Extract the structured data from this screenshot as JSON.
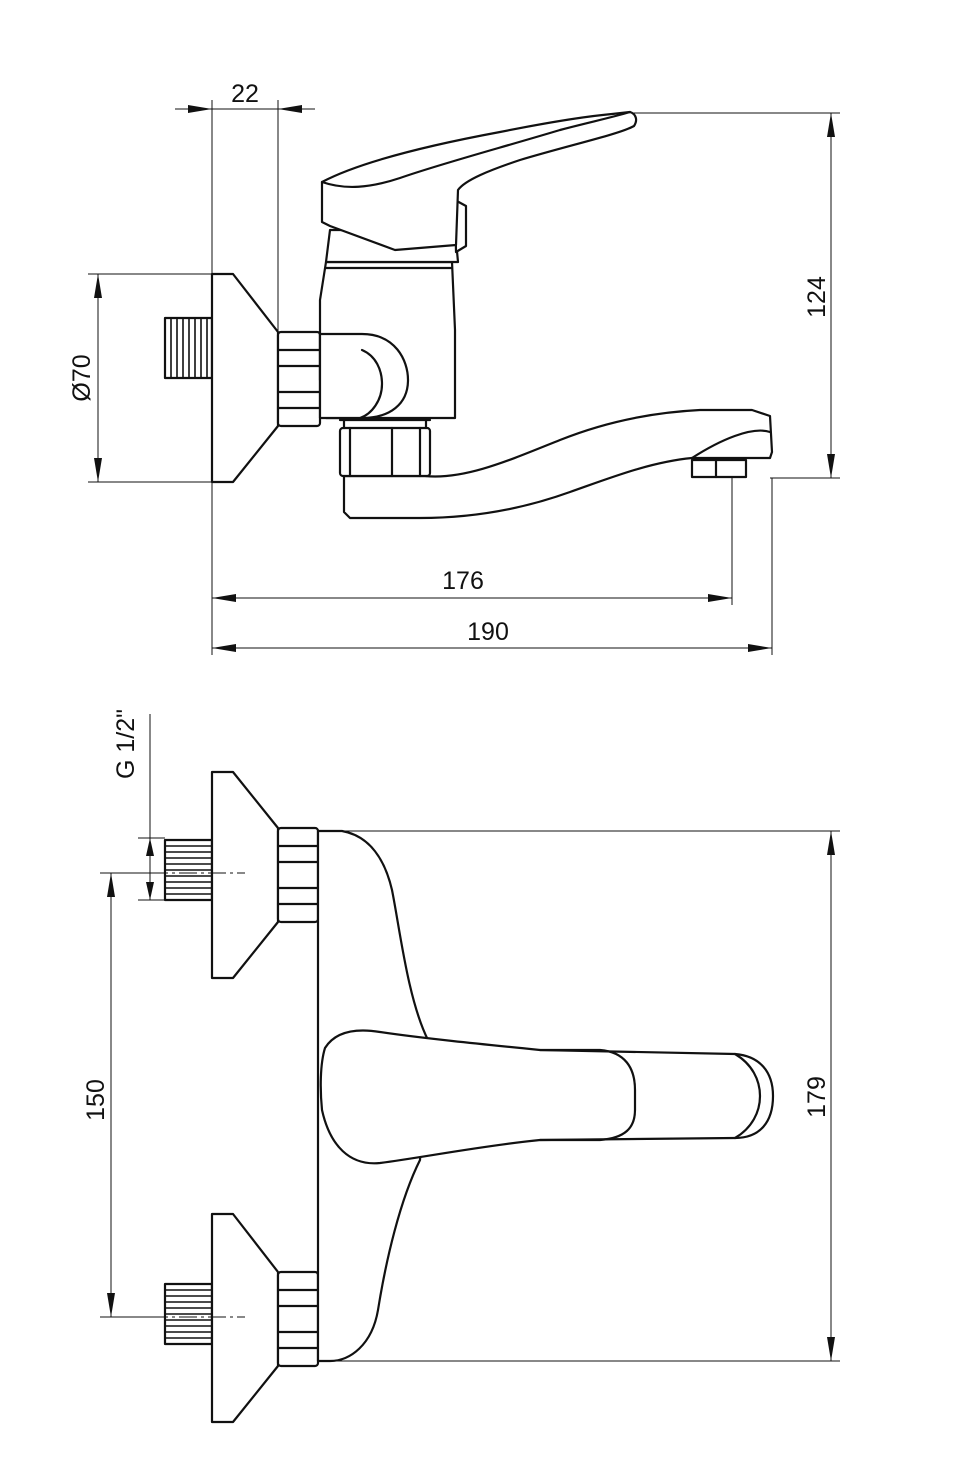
{
  "dimensions": {
    "plate_offset": "22",
    "plate_diameter": "Ø70",
    "height_top_view": "124",
    "spout_reach": "176",
    "overall_length": "190",
    "thread_size": "G 1/2\"",
    "inlet_spacing": "150",
    "body_height": "179"
  }
}
